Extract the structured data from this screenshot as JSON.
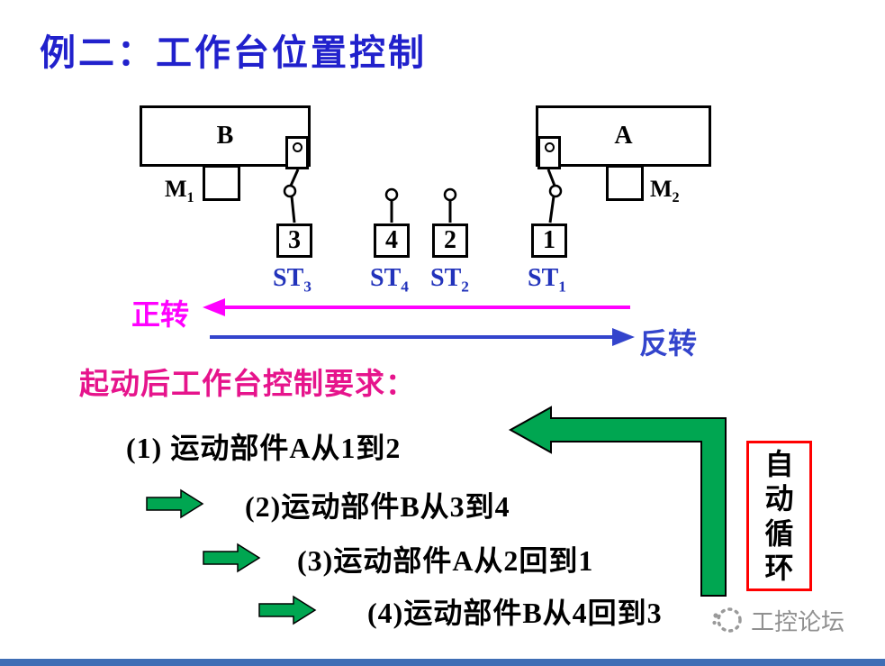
{
  "title": "例二：工作台位置控制",
  "diagram": {
    "block_b": "B",
    "block_a": "A",
    "motor1": {
      "base": "M",
      "sub": "1"
    },
    "motor2": {
      "base": "M",
      "sub": "2"
    },
    "boxes": [
      "3",
      "4",
      "2",
      "1"
    ],
    "switches": [
      {
        "base": "ST",
        "sub": "3"
      },
      {
        "base": "ST",
        "sub": "4"
      },
      {
        "base": "ST",
        "sub": "2"
      },
      {
        "base": "ST",
        "sub": "1"
      }
    ],
    "forward_label": "正转",
    "reverse_label": "反转"
  },
  "requirements": {
    "header": "起动后工作台控制要求：",
    "items": [
      "(1) 运动部件A从1到2",
      "(2)运动部件B从3到4",
      "(3)运动部件A从2回到1",
      "(4)运动部件B从4回到3"
    ]
  },
  "loop_box": {
    "label": "自动循环",
    "chars": [
      "自",
      "动",
      "循",
      "环"
    ]
  },
  "watermark": {
    "text": "工控论坛"
  },
  "colors": {
    "title_blue": "#2121CC",
    "switch_blue": "#2233BB",
    "forward_magenta": "#FF00FF",
    "reverse_blue": "#3344CC",
    "requirement_pink": "#E6148C",
    "arrow_green": "#00A651",
    "loop_box_red": "#FF0000",
    "footer_blue": "#3F6EB5"
  }
}
